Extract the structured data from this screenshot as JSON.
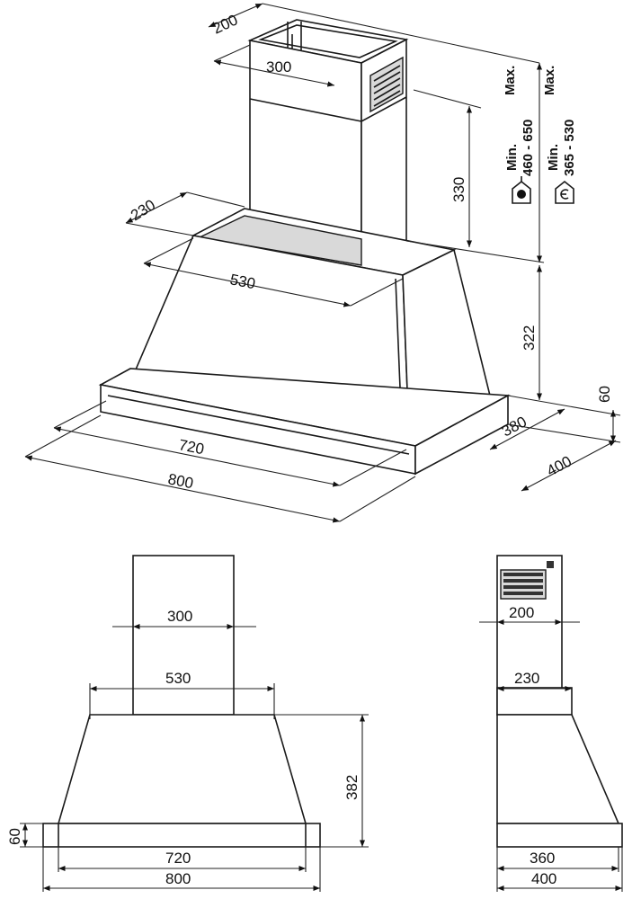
{
  "iso_view": {
    "chimney_depth": "200",
    "chimney_width": "300",
    "chimney_height": "330",
    "canopy_top_depth": "230",
    "canopy_top_width": "530",
    "canopy_height": "322",
    "base_height": "60",
    "base_inner_depth": "380",
    "base_outer_depth": "400",
    "base_inner_width": "720",
    "base_outer_width": "800"
  },
  "install_heights": {
    "min_label": "Min.",
    "max_label": "Max.",
    "extraction_range": "460 - 650",
    "recirculation_range": "365 - 530"
  },
  "front_view": {
    "chimney_width": "300",
    "canopy_top_width": "530",
    "canopy_height": "382",
    "base_height": "60",
    "base_inner_width": "720",
    "base_outer_width": "800"
  },
  "side_view": {
    "chimney_depth": "200",
    "canopy_top_depth": "230",
    "base_inner_depth": "360",
    "base_outer_depth": "400"
  },
  "icons": [
    "extraction-mode-icon",
    "recirculation-mode-icon"
  ]
}
